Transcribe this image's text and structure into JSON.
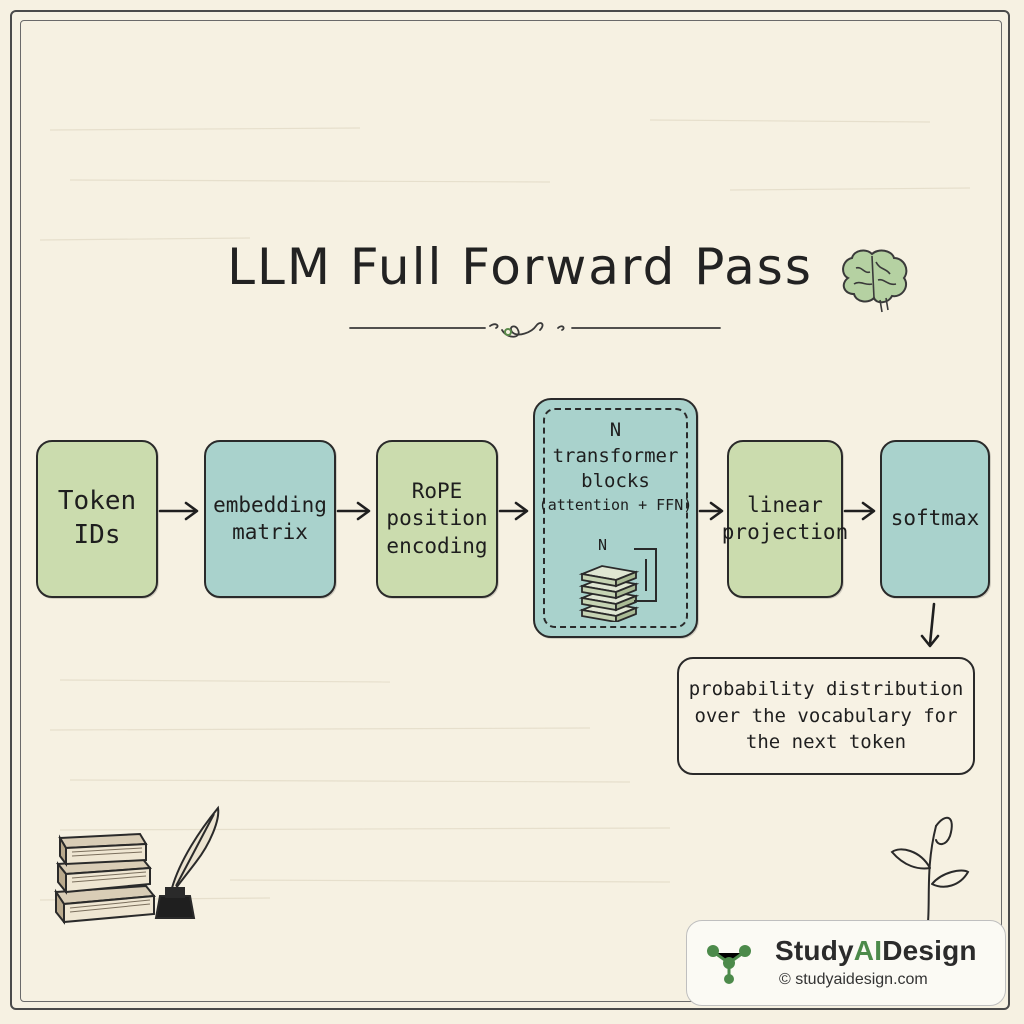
{
  "title": "LLM Full Forward Pass",
  "pipeline": {
    "token_ids": "Token\nIDs",
    "embedding": "embedding\nmatrix",
    "rope": "RoPE\nposition\nencoding",
    "transformer": {
      "n": "N",
      "line1": "transformer",
      "line2": "blocks",
      "line3": "(attention + FFN)",
      "inner_n": "N"
    },
    "linear": "linear\nprojection",
    "softmax": "softmax"
  },
  "output": {
    "line1": "probability distribution",
    "line2": "over the vocabulary for",
    "line3": "the next token"
  },
  "brand": {
    "name_part1": "Study",
    "name_part2": "AI",
    "name_part3": "Design",
    "url": "© studyaidesign.com"
  },
  "colors": {
    "background": "#f6f1e2",
    "green_box": "#cbdcae",
    "teal_box": "#a9d2cc",
    "brand_accent": "#4c8a4a"
  },
  "icons": [
    "brain-icon",
    "books-quill-icon",
    "plant-icon",
    "layer-stack-icon",
    "brand-logo-icon"
  ]
}
